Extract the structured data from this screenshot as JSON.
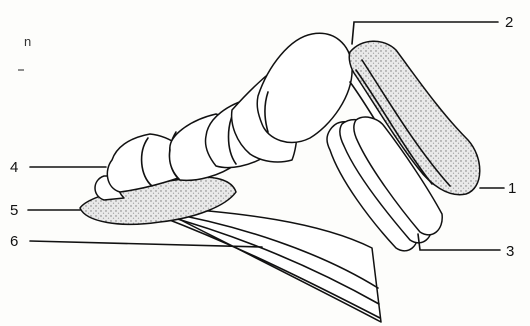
{
  "corner_text": "n",
  "labels": {
    "l1": "1",
    "l2": "2",
    "l3": "3",
    "l4": "4",
    "l5": "5",
    "l6": "6"
  }
}
